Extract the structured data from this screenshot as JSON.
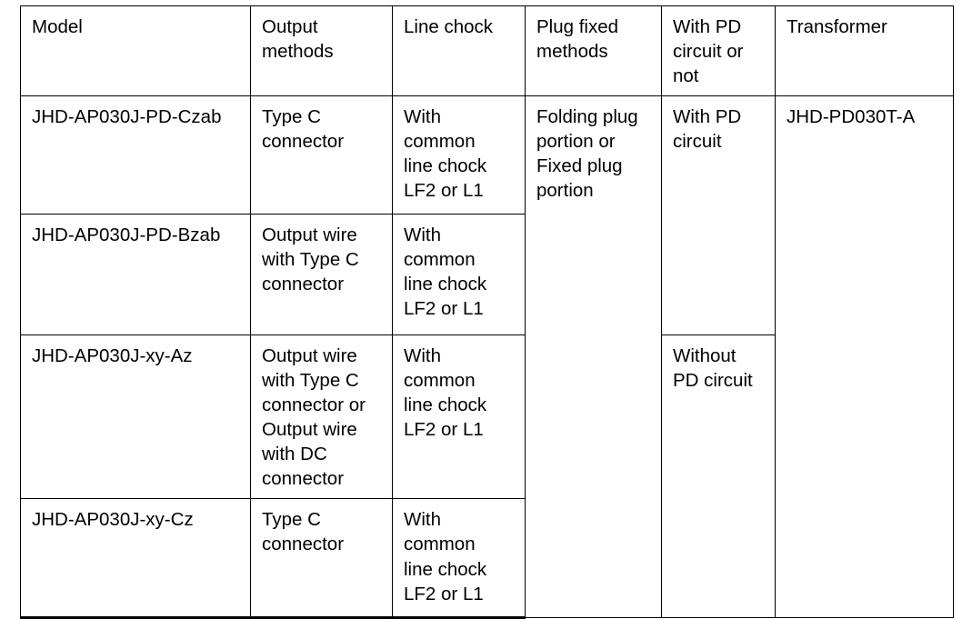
{
  "table": {
    "columns": [
      {
        "key": "model",
        "label": "Model"
      },
      {
        "key": "output",
        "label": "Output\nmethods"
      },
      {
        "key": "chock",
        "label": "Line chock"
      },
      {
        "key": "plug",
        "label": "Plug fixed\nmethods"
      },
      {
        "key": "pd",
        "label": "With PD\ncircuit or\nnot"
      },
      {
        "key": "transformer",
        "label": "Transformer"
      }
    ],
    "rows": [
      {
        "model": "JHD-AP030J-PD-Czab",
        "output": "Type C\nconnector",
        "chock": "With\ncommon\nline chock\nLF2 or L1",
        "plug": "Folding plug\nportion or\nFixed plug\nportion",
        "pd": "With PD\ncircuit",
        "transformer": "JHD-PD030T-A"
      },
      {
        "model": "JHD-AP030J-PD-Bzab",
        "output": "Output wire\nwith Type C\nconnector",
        "chock": "With\ncommon\nline chock\nLF2 or L1"
      },
      {
        "model": "JHD-AP030J-xy-Az",
        "output": "Output wire\nwith Type C\nconnector or\nOutput wire\nwith DC\nconnector",
        "chock": "With\ncommon\nline chock\nLF2 or L1",
        "pd": "Without\nPD circuit"
      },
      {
        "model": "JHD-AP030J-xy-Cz",
        "output": "Type C\nconnector",
        "chock": "With\ncommon\nline chock\nLF2 or L1"
      }
    ],
    "merges": {
      "plug_rowspan": 4,
      "transformer_rowspan": 4,
      "pd_first_rowspan": 2,
      "pd_second_rowspan": 2
    },
    "colors": {
      "border": "#000000",
      "text": "#000000",
      "background": "#ffffff"
    }
  }
}
